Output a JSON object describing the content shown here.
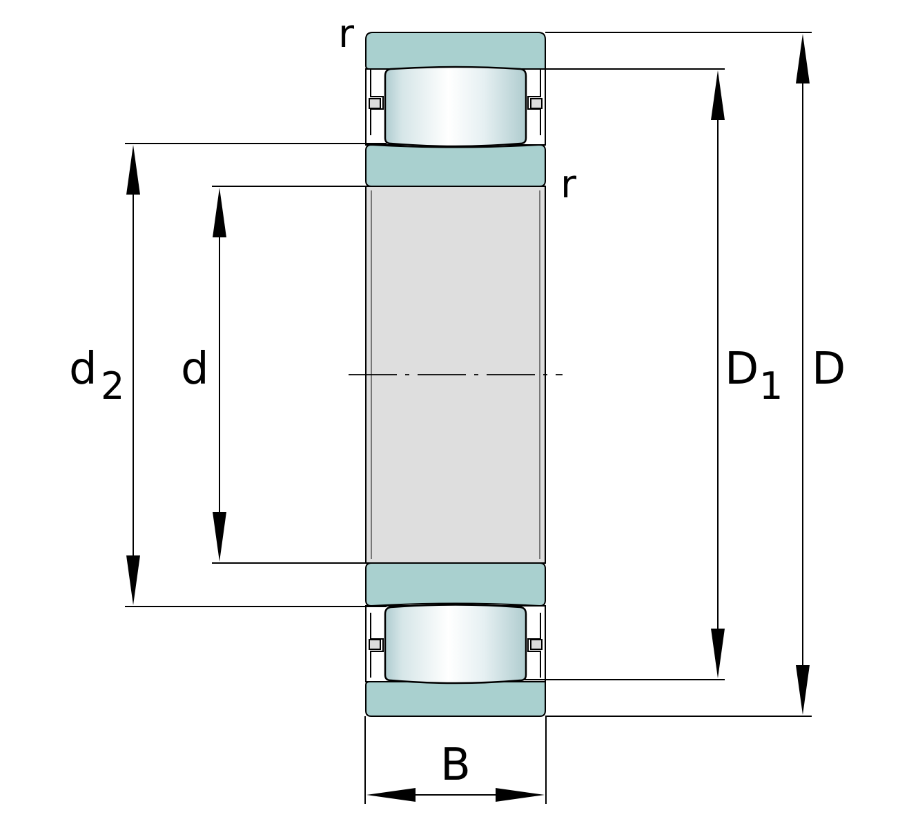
{
  "labels": {
    "r_top": "r",
    "r_inner": "r",
    "d2_main": "d",
    "d2_sub": "2",
    "d": "d",
    "D1_main": "D",
    "D1_sub": "1",
    "D": "D",
    "B": "B"
  },
  "colors": {
    "ring": "#a9d0cf",
    "bore": "#dedede",
    "roller_light": "#ffffff",
    "roller_mid": "#e6f0f2",
    "roller_dark": "#afcccf",
    "line": "#000000",
    "background": "#ffffff"
  }
}
